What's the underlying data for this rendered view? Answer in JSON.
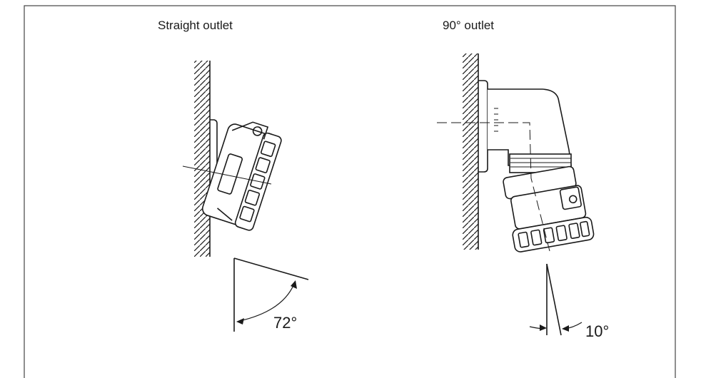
{
  "left_view": {
    "title": "Straight outlet",
    "angle_label": "72°"
  },
  "right_view": {
    "title": "90° outlet",
    "angle_label": "10°"
  },
  "colors": {
    "line": "#1a1a1a",
    "background": "#ffffff"
  }
}
